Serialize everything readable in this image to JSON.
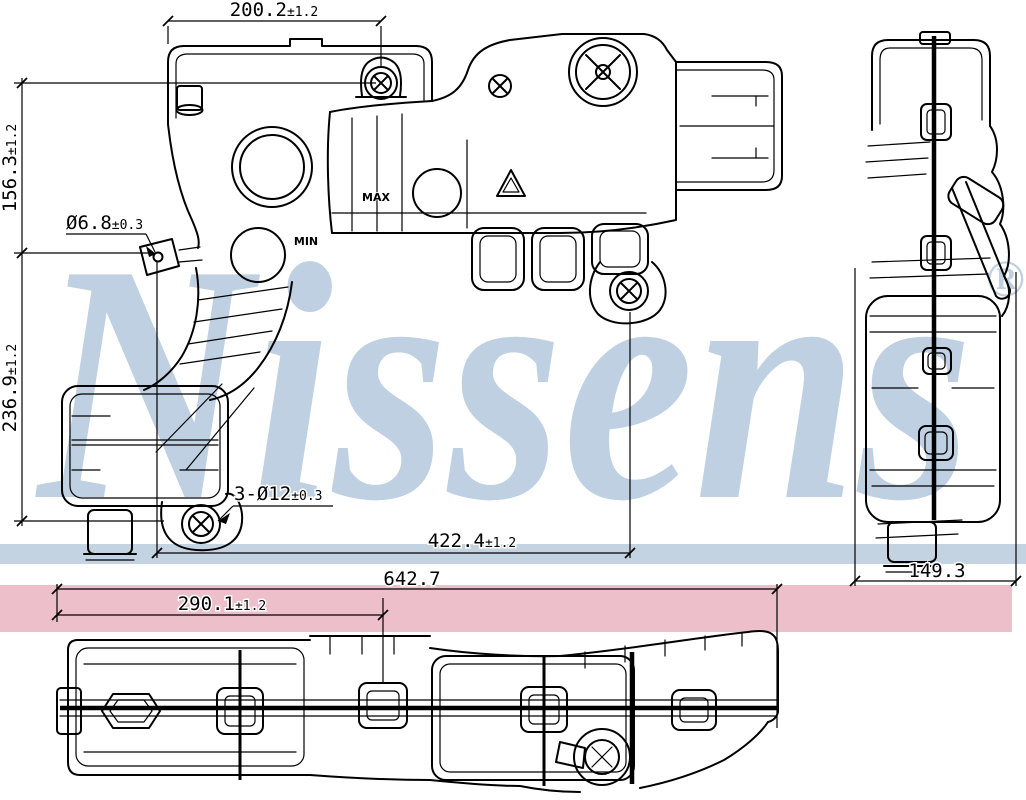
{
  "watermark": {
    "text": "Nissens",
    "registered": "®",
    "color": "#bfd0e2",
    "underline_color": "#c3d3e2"
  },
  "highlight_band": {
    "color": "#edbfca"
  },
  "labels": {
    "max": "MAX",
    "min": "MIN"
  },
  "dimensions": {
    "top_width": {
      "value": "200.2",
      "tol": "±1.2"
    },
    "upper_height": {
      "value": "156.3",
      "tol": "±1.2"
    },
    "port_diameter": {
      "value": "Ø6.8",
      "tol": "±0.3"
    },
    "lower_height": {
      "value": "236.9",
      "tol": "±1.2"
    },
    "mount_holes": {
      "value": "3-Ø12",
      "tol": "±0.3"
    },
    "mid_width": {
      "value": "422.4",
      "tol": "±1.2"
    },
    "total_width": {
      "value": "642.7",
      "tol": ""
    },
    "bottom_width": {
      "value": "290.1",
      "tol": "±1.2"
    },
    "side_depth": {
      "value": "149.3",
      "tol": ""
    }
  },
  "line_color": "#000000"
}
